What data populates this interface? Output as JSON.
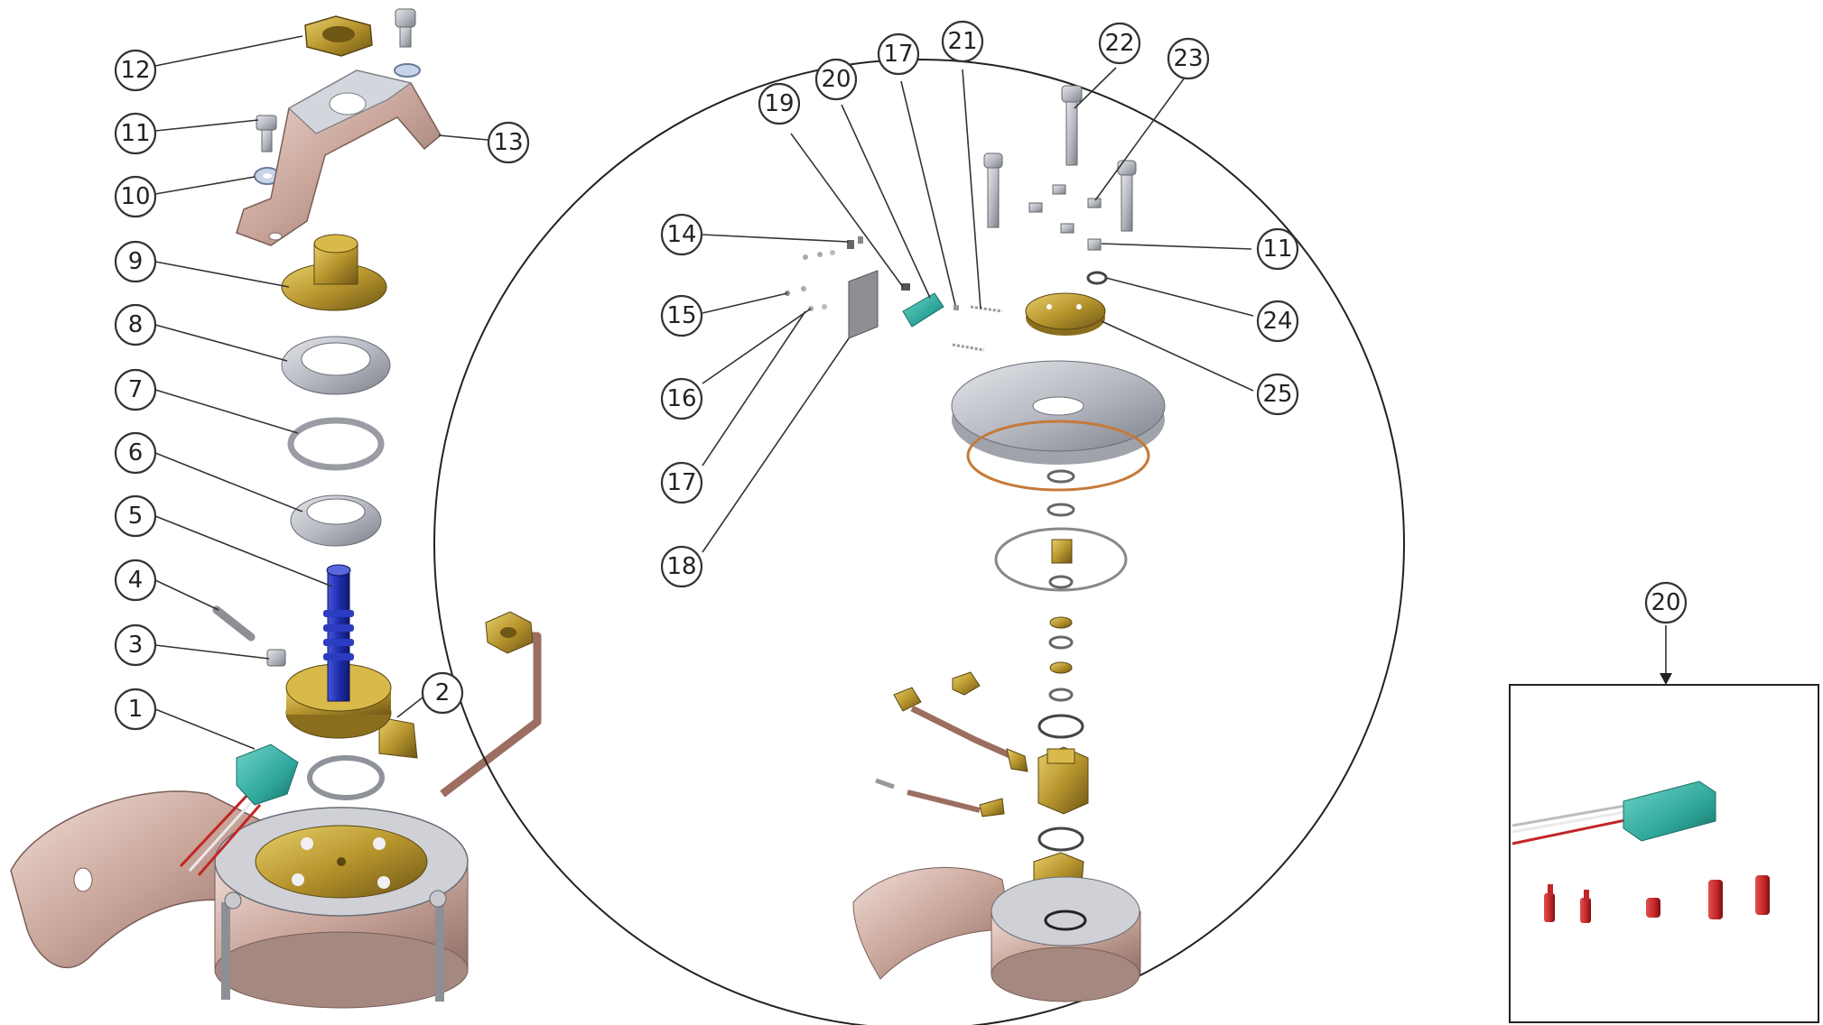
{
  "diagram": {
    "views": [
      {
        "name": "main-assembly"
      },
      {
        "name": "detail-circle"
      },
      {
        "name": "inset-box"
      }
    ],
    "callouts": [
      {
        "id": "c12",
        "label": "12"
      },
      {
        "id": "c11a",
        "label": "11"
      },
      {
        "id": "c13",
        "label": "13"
      },
      {
        "id": "c10",
        "label": "10"
      },
      {
        "id": "c9",
        "label": "9"
      },
      {
        "id": "c8",
        "label": "8"
      },
      {
        "id": "c7",
        "label": "7"
      },
      {
        "id": "c6",
        "label": "6"
      },
      {
        "id": "c5",
        "label": "5"
      },
      {
        "id": "c4",
        "label": "4"
      },
      {
        "id": "c3",
        "label": "3"
      },
      {
        "id": "c2",
        "label": "2"
      },
      {
        "id": "c1",
        "label": "1"
      },
      {
        "id": "c14",
        "label": "14"
      },
      {
        "id": "c15",
        "label": "15"
      },
      {
        "id": "c16",
        "label": "16"
      },
      {
        "id": "c17a",
        "label": "17"
      },
      {
        "id": "c18",
        "label": "18"
      },
      {
        "id": "c19",
        "label": "19"
      },
      {
        "id": "c20a",
        "label": "20"
      },
      {
        "id": "c17b",
        "label": "17"
      },
      {
        "id": "c21",
        "label": "21"
      },
      {
        "id": "c22",
        "label": "22"
      },
      {
        "id": "c23",
        "label": "23"
      },
      {
        "id": "c11b",
        "label": "11"
      },
      {
        "id": "c24",
        "label": "24"
      },
      {
        "id": "c25",
        "label": "25"
      },
      {
        "id": "c20b",
        "label": "20"
      }
    ],
    "colors": {
      "brass": "#b8962e",
      "steel": "#b9bcc4",
      "copper": "#c9a59a",
      "blue_shaft": "#1f2fb0",
      "teal_switch": "#2fa79b",
      "red_terminal": "#c22626",
      "line": "#333333"
    }
  }
}
